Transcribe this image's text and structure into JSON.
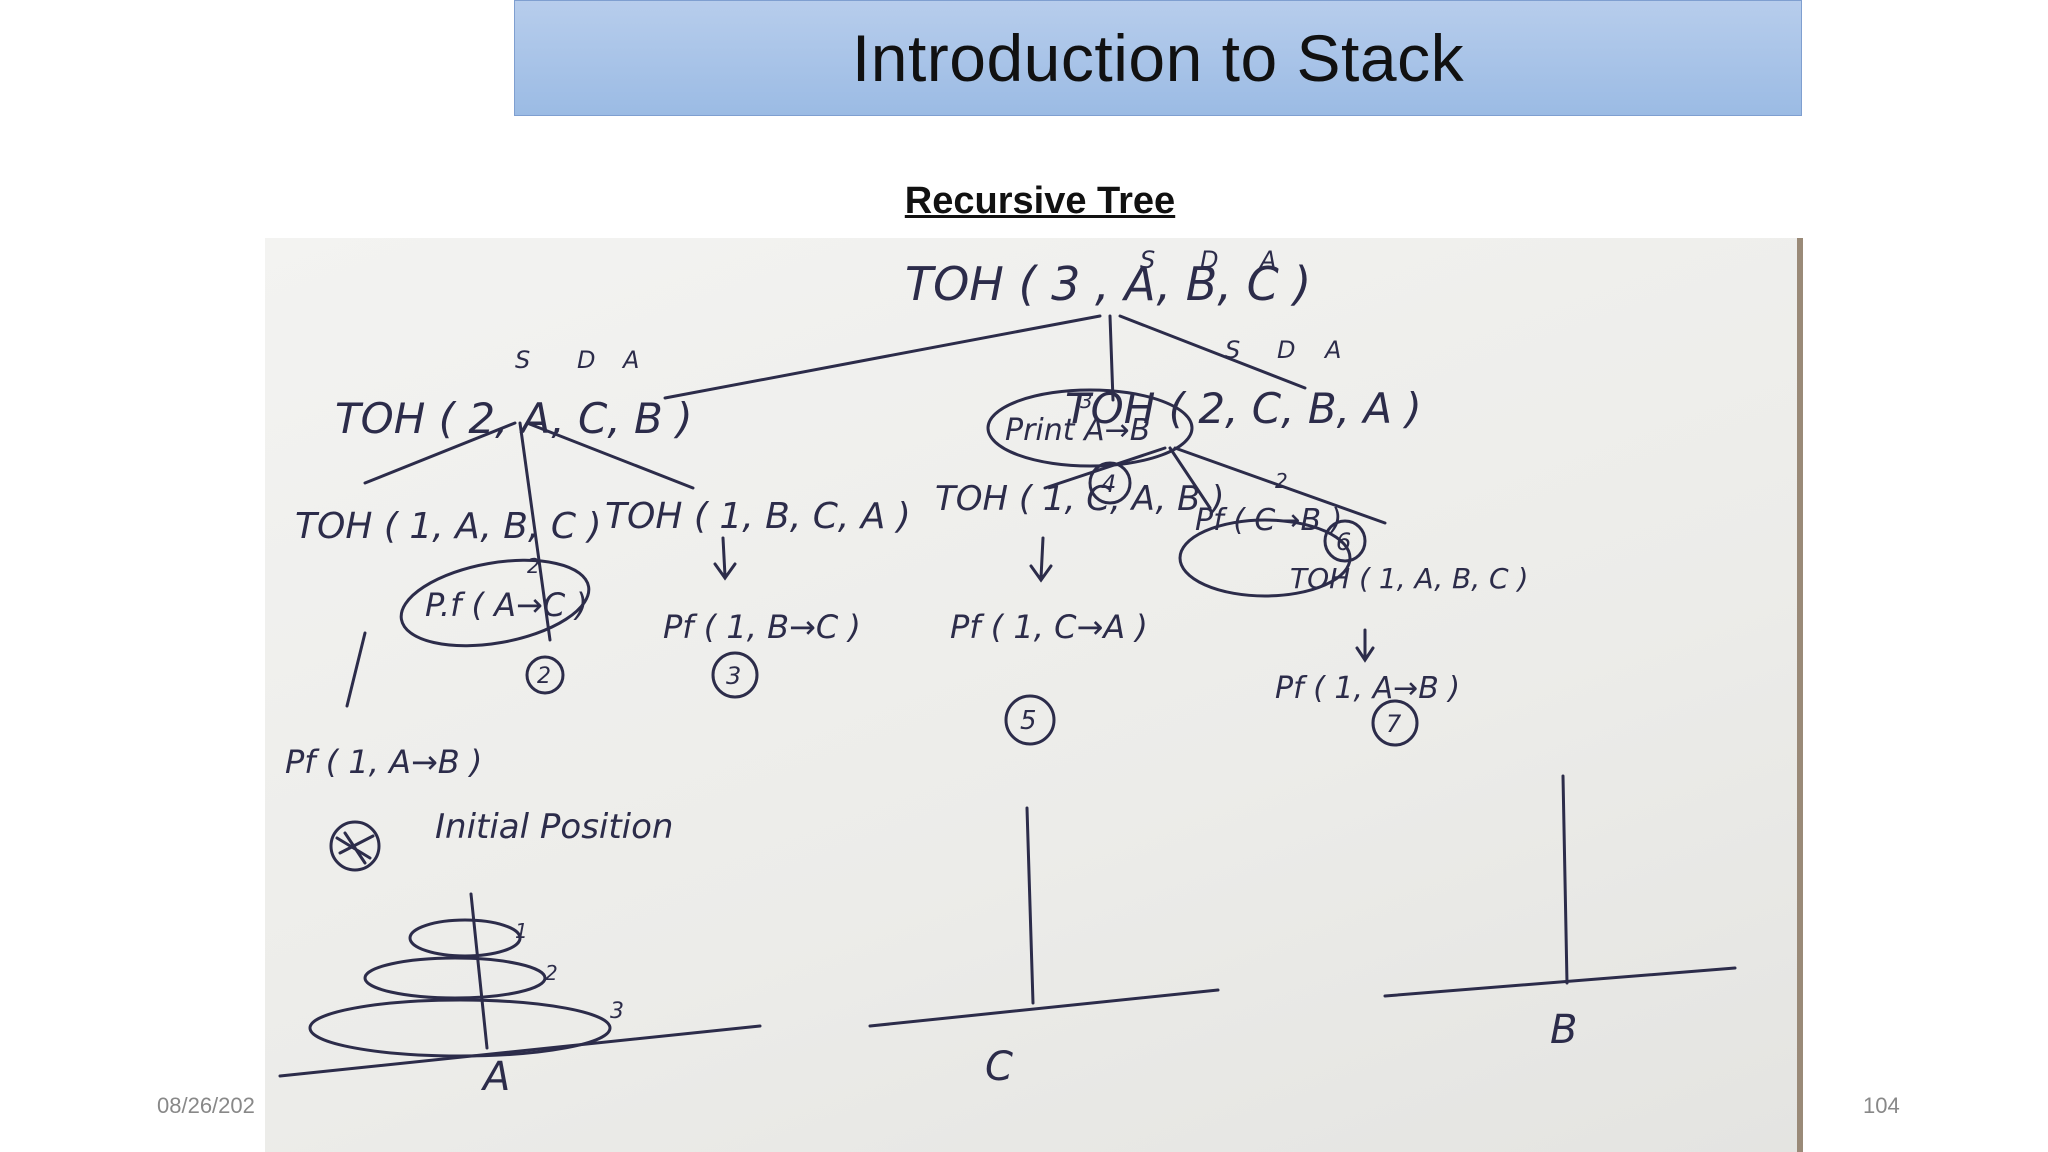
{
  "slide": {
    "title": "Introduction to Stack",
    "subtitle": "Recursive Tree",
    "date": "08/26/202",
    "page_number": "104"
  },
  "diagram": {
    "root": {
      "label": "TOH ( 3 , A, B, C )",
      "roles": [
        "S",
        "D",
        "A"
      ]
    },
    "left": {
      "label": "TOH ( 2, A, C, B )",
      "roles": [
        "S",
        "D",
        "A"
      ]
    },
    "middle": {
      "label": "Print A→B",
      "disk": "3",
      "step": "4"
    },
    "right": {
      "label": "TOH ( 2, C, B, A )",
      "roles": [
        "S",
        "D",
        "A"
      ]
    },
    "ll": {
      "label": "TOH ( 1, A, B, C )",
      "result": "Pf ( 1, A→B )"
    },
    "lm": {
      "label": "P.f ( A→C )",
      "disk": "2",
      "step": "2"
    },
    "lr": {
      "label": "TOH ( 1, B, C, A )",
      "result": "Pf ( 1, B→C )",
      "step": "3"
    },
    "rl": {
      "label": "TOH ( 1, C, A, B )",
      "result": "Pf ( 1, C→A )",
      "step": "5"
    },
    "rm": {
      "label": "Pf ( C→B )",
      "disk": "2",
      "step": "6"
    },
    "rr": {
      "label": "TOH ( 1, A, B, C )",
      "result": "Pf ( 1, A→B )",
      "step": "7"
    },
    "initial": "Initial Position",
    "pegs": [
      "A",
      "C",
      "B"
    ],
    "disks": [
      "1",
      "2",
      "3"
    ]
  }
}
